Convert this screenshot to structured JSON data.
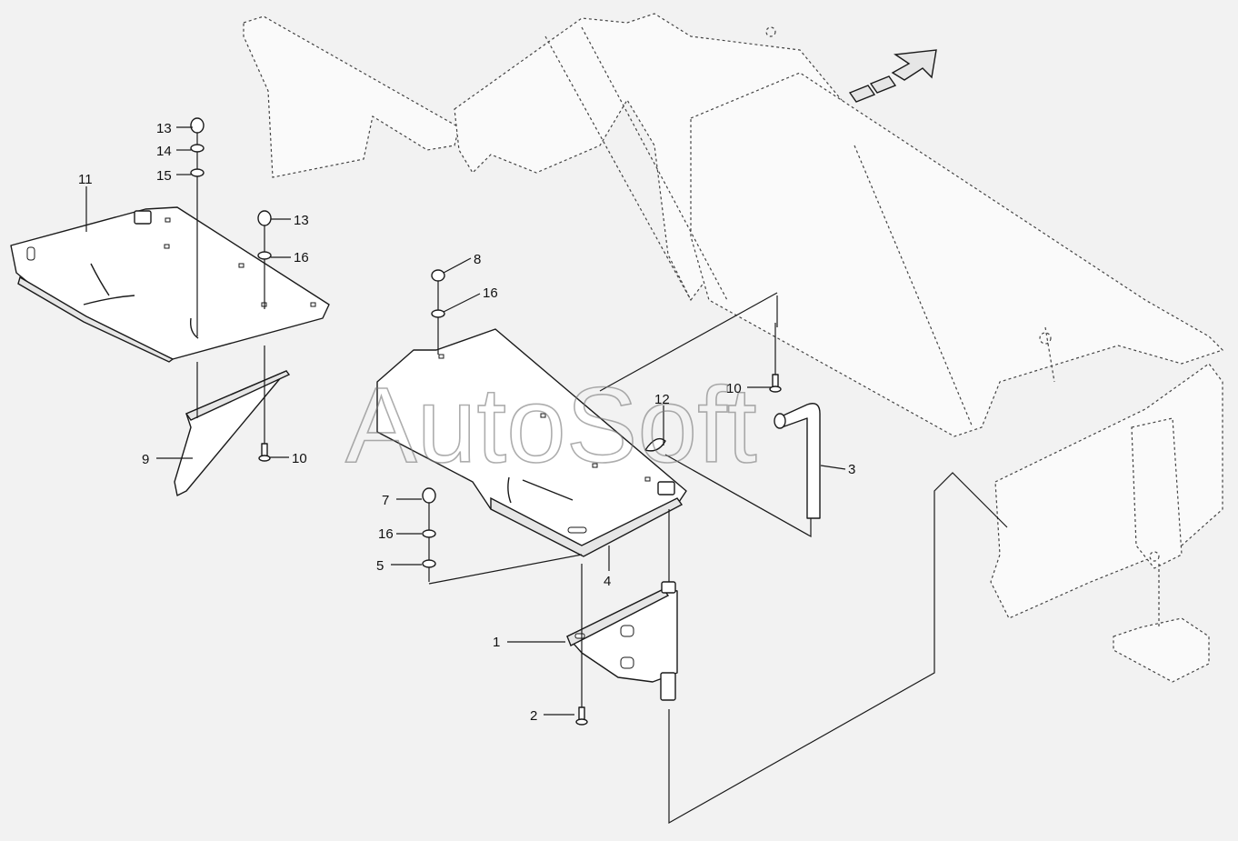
{
  "watermark": "AutoSoft",
  "callouts": {
    "c1": "1",
    "c2": "2",
    "c3": "3",
    "c4": "4",
    "c5": "5",
    "c7": "7",
    "c8": "8",
    "c9": "9",
    "c10a": "10",
    "c10b": "10",
    "c11": "11",
    "c12": "12",
    "c13a": "13",
    "c13b": "13",
    "c14": "14",
    "c15": "15",
    "c16a": "16",
    "c16b": "16",
    "c16c": "16"
  },
  "icons": {
    "direction": "direction-arrow-icon"
  },
  "colors": {
    "background": "#f2f2f2",
    "line": "#1a1a1a",
    "watermark": "#777777"
  }
}
